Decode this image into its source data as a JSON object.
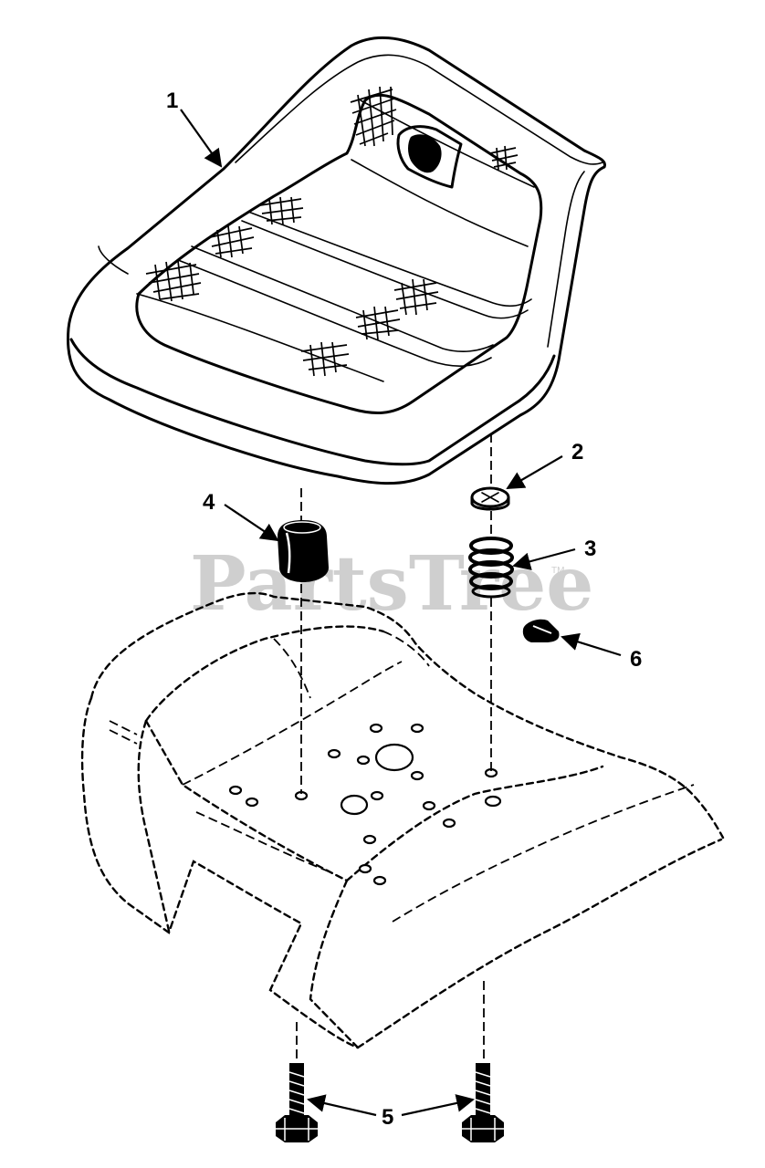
{
  "watermark": {
    "text": "PartsTree",
    "trademark": "TM"
  },
  "callouts": [
    {
      "id": "1",
      "label": "1"
    },
    {
      "id": "2",
      "label": "2"
    },
    {
      "id": "3",
      "label": "3"
    },
    {
      "id": "4",
      "label": "4"
    },
    {
      "id": "5",
      "label": "5"
    },
    {
      "id": "6",
      "label": "6"
    }
  ],
  "parts": [
    {
      "ref": "1",
      "icon": "seat-icon"
    },
    {
      "ref": "2",
      "icon": "cap-nut-icon"
    },
    {
      "ref": "3",
      "icon": "spring-icon"
    },
    {
      "ref": "4",
      "icon": "bumper-icon"
    },
    {
      "ref": "5",
      "icon": "bolt-icon"
    },
    {
      "ref": "6",
      "icon": "clip-icon"
    }
  ]
}
